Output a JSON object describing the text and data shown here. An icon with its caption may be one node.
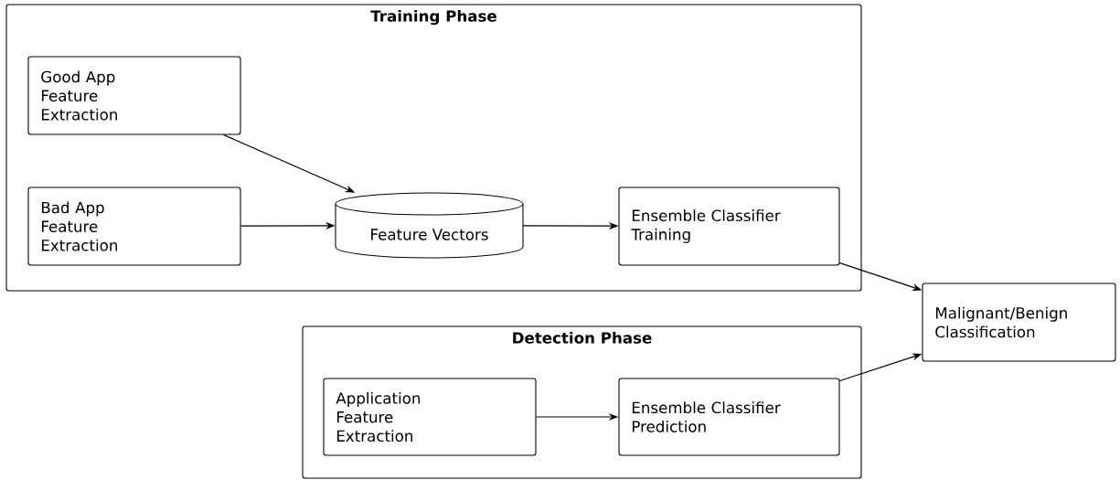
{
  "diagram": {
    "nodes": [
      {
        "text": [
          "Training Phase"
        ]
      },
      {
        "text": [
          "Good App Feature Extraction"
        ],
        "in": 0
      },
      {
        "text": [
          "Bad App Feature Extraction"
        ],
        "in": 0
      },
      {
        "text": [
          "Feature Vectors"
        ],
        "in": 0
      },
      {
        "text": [
          "Ensemble Classifier Training"
        ],
        "in": 0
      },
      {
        "text": [
          "Detection Phase"
        ]
      },
      {
        "text": [
          "Application Feature Extraction"
        ],
        "in": 5
      },
      {
        "text": [
          "Ensemble Classifier Prediction"
        ],
        "in": 5
      },
      {
        "text": [
          "Malignant/Benign Classification"
        ]
      }
    ],
    "edges": [
      {
        "from": 1,
        "to": 3,
        "arrow": "to"
      },
      {
        "from": 2,
        "to": 3,
        "arrow": "to"
      },
      {
        "from": 3,
        "to": 4,
        "arrow": "to"
      },
      {
        "from": 4,
        "to": 8,
        "arrow": "to"
      },
      {
        "from": 6,
        "to": 7,
        "arrow": "to"
      },
      {
        "from": 7,
        "to": 8,
        "arrow": "to"
      }
    ]
  }
}
